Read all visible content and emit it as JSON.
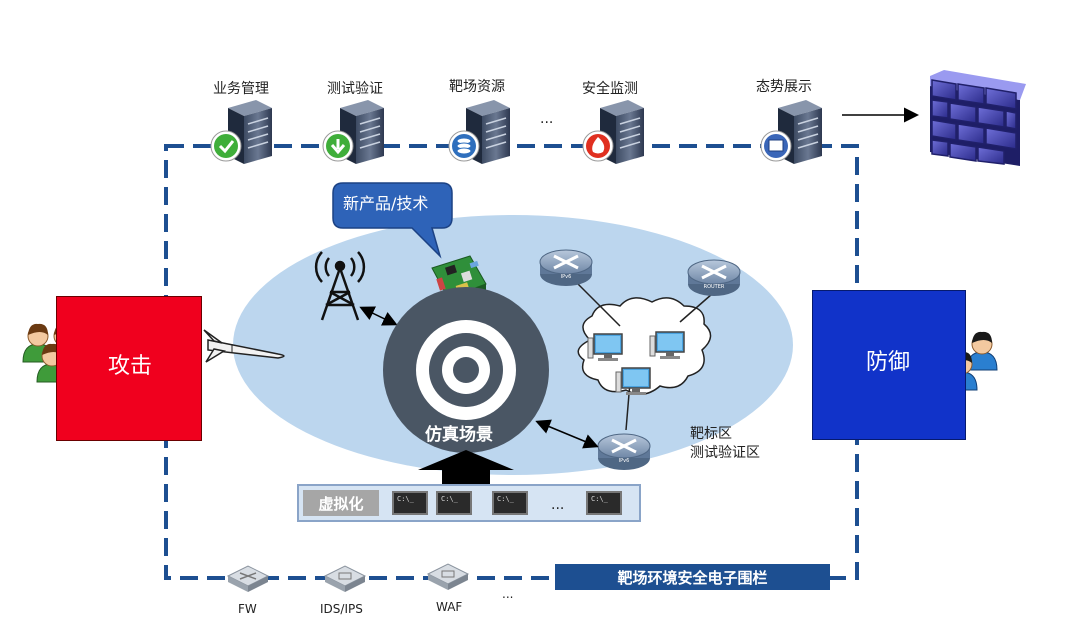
{
  "top_services": [
    {
      "label": "业务管理",
      "icon": "check-badge"
    },
    {
      "label": "测试验证",
      "icon": "download-badge"
    },
    {
      "label": "靶场资源",
      "icon": "database-badge"
    },
    {
      "label": "安全监测",
      "icon": "fire-badge"
    },
    {
      "label": "态势展示",
      "icon": "monitor-badge"
    }
  ],
  "top_ellipsis": "...",
  "attack_label": "攻击",
  "defense_label": "防御",
  "callout_text": "新产品/技术",
  "simulation_label": "仿真场景",
  "target_zone_line1": "靶标区",
  "target_zone_line2": "测试验证区",
  "virtualization_label": "虚拟化",
  "terminal_text": "C:\\_",
  "virt_ellipsis": "...",
  "bottom_devices": [
    {
      "label": "FW"
    },
    {
      "label": "IDS/IPS"
    },
    {
      "label": "WAF"
    }
  ],
  "bottom_ellipsis": "...",
  "fence_label": "靶场环境安全电子围栏",
  "router_labels": {
    "ipv6": "IPv6",
    "router": "ROUTER"
  },
  "colors": {
    "fence_blue": "#1d4f91",
    "attack_red": "#f0001e",
    "defense_blue": "#1133c9",
    "ellipse": "#bcd6ee",
    "target_ring": "#4a5664",
    "callout": "#2e63b8"
  }
}
